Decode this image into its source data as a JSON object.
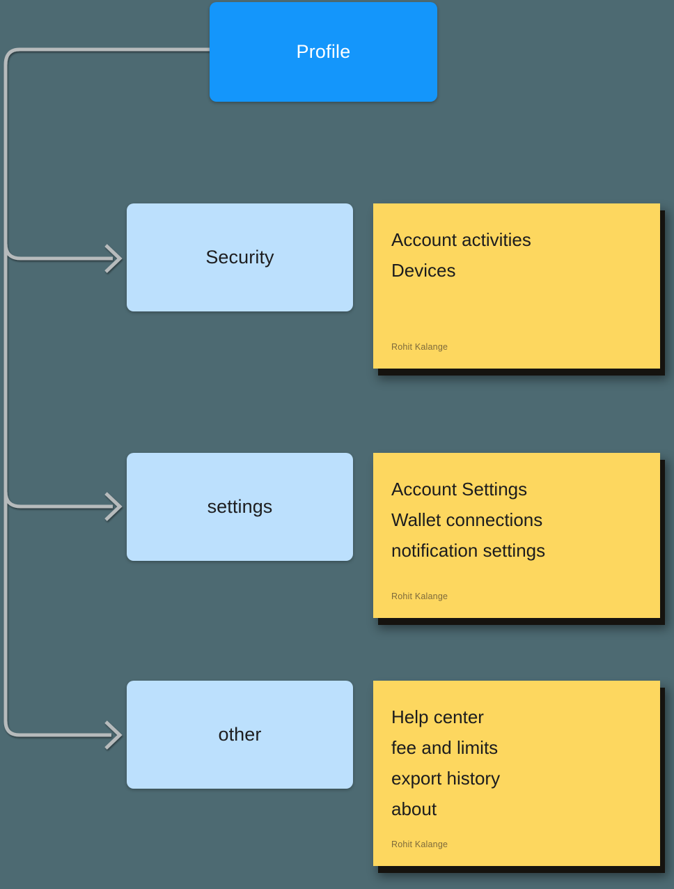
{
  "diagram": {
    "title": "Profile",
    "background_color": "#4d6a72",
    "root": {
      "label": "Profile",
      "fill": "#1496fb",
      "text_color": "#ffffff"
    },
    "branches": [
      {
        "label": "Security",
        "fill": "#bce0fd",
        "note": {
          "fill": "#fdd75f",
          "lines": [
            "Account activities",
            "Devices"
          ],
          "author": "Rohit Kalange"
        }
      },
      {
        "label": "settings",
        "fill": "#bce0fd",
        "note": {
          "fill": "#fdd75f",
          "lines": [
            "Account Settings",
            "Wallet connections",
            "notification settings"
          ],
          "author": "Rohit Kalange"
        }
      },
      {
        "label": "other",
        "fill": "#bce0fd",
        "note": {
          "fill": "#fdd75f",
          "lines": [
            "Help center",
            "fee and limits",
            "export history",
            "about"
          ],
          "author": "Rohit Kalange"
        }
      }
    ],
    "connector": {
      "color": "#b7bbbc",
      "arrow_icon": "arrow-right-icon"
    }
  }
}
